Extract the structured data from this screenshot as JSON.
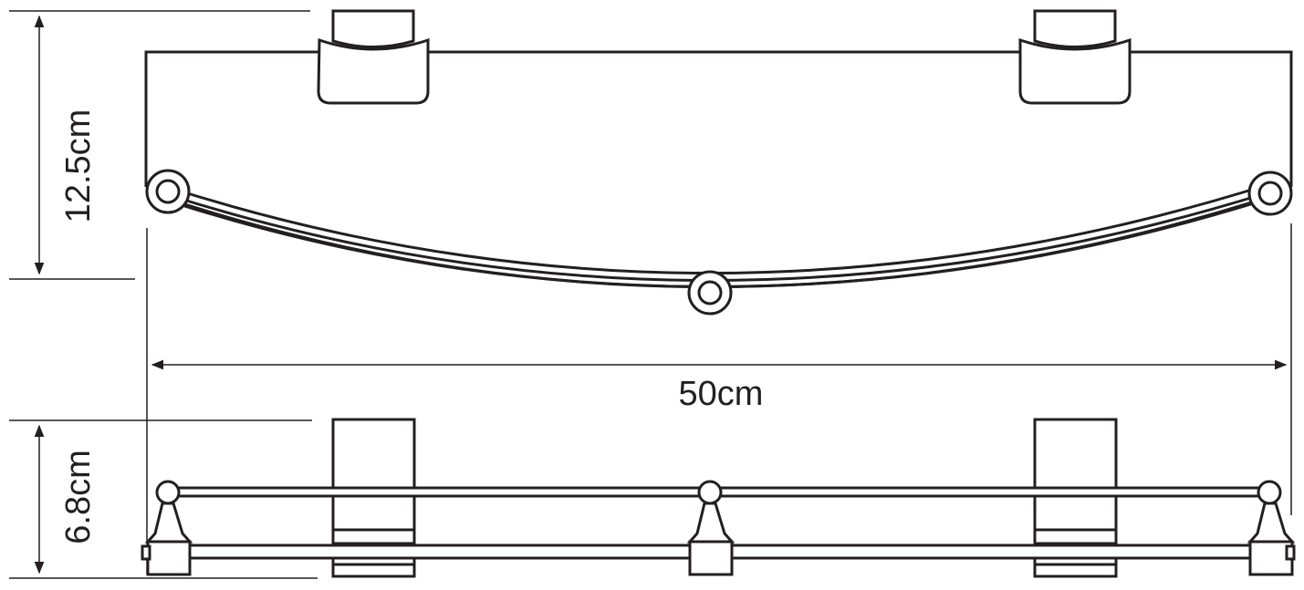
{
  "dimensions": {
    "depth": "12.5cm",
    "width": "50cm",
    "height": "6.8cm"
  },
  "colors": {
    "ink": "#231f20",
    "paper": "#ffffff"
  }
}
